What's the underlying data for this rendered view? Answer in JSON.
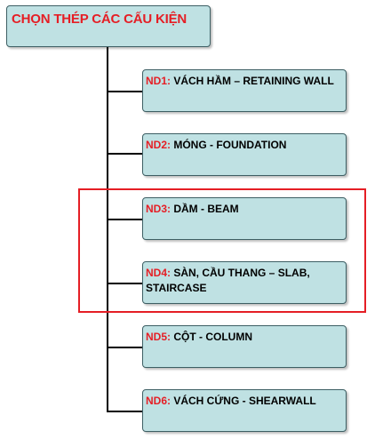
{
  "title": "CHỌN THÉP CÁC CẤU KIỆN",
  "items": [
    {
      "code": "ND1:",
      "text": " VÁCH HẦM – RETAINING WALL"
    },
    {
      "code": "ND2:",
      "text": " MÓNG - FOUNDATION"
    },
    {
      "code": "ND3:",
      "text": " DẦM - BEAM"
    },
    {
      "code": "ND4:",
      "text": " SÀN, CẦU THANG – SLAB, STAIRCASE"
    },
    {
      "code": "ND5:",
      "text": " CỘT - COLUMN"
    },
    {
      "code": "ND6:",
      "text": " VÁCH CỨNG - SHEARWALL"
    }
  ],
  "colors": {
    "box_fill": "#bfe1e3",
    "box_border": "#3d5f64",
    "accent_red": "#e51e25",
    "connector": "#000000"
  }
}
